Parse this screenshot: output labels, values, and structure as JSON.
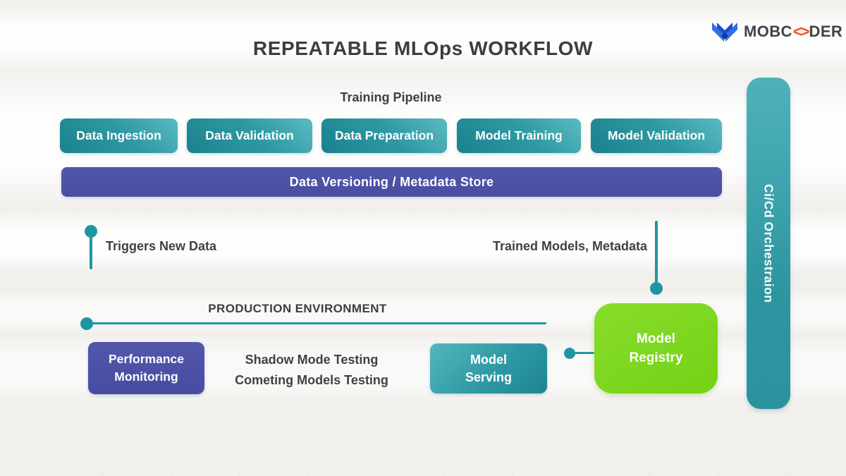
{
  "page": {
    "title": "REPEATABLE MLOps WORKFLOW"
  },
  "logo": {
    "left": "MOBC",
    "symbol": "<>",
    "right": "DER"
  },
  "pipeline": {
    "label": "Training Pipeline",
    "stages": [
      "Data Ingestion",
      "Data Validation",
      "Data Preparation",
      "Model Training",
      "Model Validation"
    ],
    "store": "Data Versioning / Metadata Store"
  },
  "flow": {
    "triggers_label": "Triggers New Data",
    "trained_label": "Trained Models, Metadata"
  },
  "production": {
    "label": "PRODUCTION ENVIRONMENT",
    "performance_monitoring": "Performance Monitoring",
    "testing_line1": "Shadow Mode Testing",
    "testing_line2": "Cometing Models Testing",
    "model_serving": "Model Serving",
    "model_registry": "Model Registry"
  },
  "orchestration": {
    "label": "Ci/Cd Orchestraion"
  },
  "colors": {
    "teal_light": "#54b6bd",
    "teal_dark": "#1d8591",
    "teal_accent": "#1e96a2",
    "indigo": "#4d52a7",
    "green": "#7cd41e",
    "logo_blue": "#2f6fe9",
    "logo_blue_dark": "#1d4eca",
    "logo_orange": "#f14e23",
    "text_dark": "#3e4246",
    "background": "#f1f0ed"
  }
}
